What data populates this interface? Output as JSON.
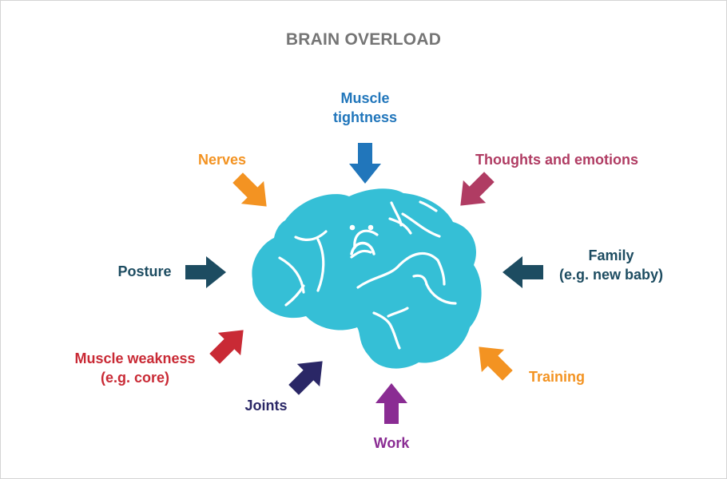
{
  "title": "BRAIN OVERLOAD",
  "factors": [
    {
      "id": "muscle-tightness",
      "lines": [
        "Muscle",
        "tightness"
      ],
      "color": "#2176bb"
    },
    {
      "id": "nerves",
      "lines": [
        "Nerves"
      ],
      "color": "#f39322"
    },
    {
      "id": "thoughts-emotions",
      "lines": [
        "Thoughts and emotions"
      ],
      "color": "#b03c63"
    },
    {
      "id": "posture",
      "lines": [
        "Posture"
      ],
      "color": "#1d4c61"
    },
    {
      "id": "family",
      "lines": [
        "Family",
        "(e.g. new baby)"
      ],
      "color": "#1d4c61"
    },
    {
      "id": "muscle-weakness",
      "lines": [
        "Muscle weakness",
        "(e.g. core)"
      ],
      "color": "#c92a35"
    },
    {
      "id": "joints",
      "lines": [
        "Joints"
      ],
      "color": "#2a2766"
    },
    {
      "id": "work",
      "lines": [
        "Work"
      ],
      "color": "#8a2c93"
    },
    {
      "id": "training",
      "lines": [
        "Training"
      ],
      "color": "#f39322"
    }
  ],
  "brain": {
    "color": "#35bfd6",
    "expression": "sad-face"
  }
}
